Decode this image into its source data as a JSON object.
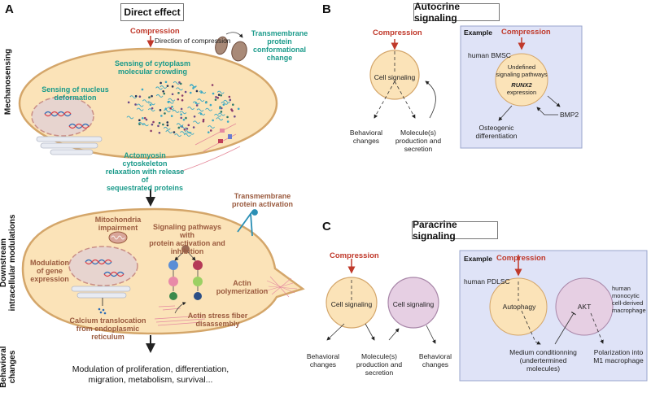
{
  "panels": {
    "A": {
      "letter": "A",
      "title": "Direct effect",
      "side_labels": {
        "mechanosensing": "Mechanosensing",
        "downstream_line1": "Downstream",
        "downstream_line2": "intracellular modulations",
        "behavioral_line1": "Behavioral",
        "behavioral_line2": "changes"
      },
      "compression": "Compression",
      "direction": "Direction of compression",
      "top_cell": {
        "transmembrane": [
          "Transmembrane",
          "protein conformational",
          "change"
        ],
        "cytoplasm": [
          "Sensing of cytoplasm",
          "molecular crowding"
        ],
        "nucleus": [
          "Sensing of nucleus",
          "deformation"
        ],
        "actomyosin": [
          "Actomyosin cytoskeleton",
          "relaxation with release of",
          "sequestrated proteins"
        ]
      },
      "bottom_cell": {
        "transmembrane": [
          "Transmembrane",
          "protein activation"
        ],
        "mitochondria": [
          "Mitochondria",
          "impairment"
        ],
        "signaling": [
          "Signaling pathways with",
          "protein activation and",
          "inhibition"
        ],
        "gene": [
          "Modulation",
          "of gene",
          "expression"
        ],
        "actin_poly": [
          "Actin",
          "polymerization"
        ],
        "calcium": [
          "Calcium translocation",
          "from endoplasmic",
          "reticulum"
        ],
        "stress_fiber": [
          "Actin stress fiber",
          "disassembly"
        ]
      },
      "outcome": [
        "Modulation of proliferation, differentiation,",
        "migration, metabolism, survival..."
      ]
    },
    "B": {
      "letter": "B",
      "title": "Autocrine signaling",
      "compression": "Compression",
      "cell_label": "Cell signaling",
      "behavioral": [
        "Behavioral",
        "changes"
      ],
      "molecule": [
        "Molecule(s)",
        "production and",
        "secretion"
      ],
      "example": {
        "label": "Example",
        "compression": "Compression",
        "cell_type": "human BMSC",
        "pathways": [
          "Undefined",
          "signaling pathways"
        ],
        "gene": "RUNX2",
        "expression": "expression",
        "factor": "BMP2",
        "outcome": [
          "Osteogenic",
          "differentiation"
        ]
      }
    },
    "C": {
      "letter": "C",
      "title": "Paracrine signaling",
      "compression": "Compression",
      "cell1_label": "Cell signaling",
      "cell2_label": "Cell signaling",
      "behavioral1": [
        "Behavioral",
        "changes"
      ],
      "molecule": [
        "Molecule(s)",
        "production and",
        "secretion"
      ],
      "behavioral2": [
        "Behavioral",
        "changes"
      ],
      "example": {
        "label": "Example",
        "compression": "Compression",
        "cell_type": "human PDLSC",
        "cell1_label": "Autophagy",
        "cell2_label": "AKT",
        "target_cell": [
          "human",
          "monocytic",
          "cell-derived",
          "macrophage"
        ],
        "medium": [
          "Medium conditionning",
          "(undertermined",
          "molecules)"
        ],
        "outcome": [
          "Polarization into",
          "M1 macrophage"
        ]
      }
    }
  },
  "colors": {
    "cell_fill": "#fbe3b8",
    "cell_border": "#d4a66a",
    "second_cell_fill": "#e6cfe3",
    "second_cell_border": "#a886a8",
    "compression_red": "#c0392b",
    "teal_text": "#1a9a8a",
    "brown_text": "#9a5a3e",
    "example_bg": "#dfe3f7"
  }
}
